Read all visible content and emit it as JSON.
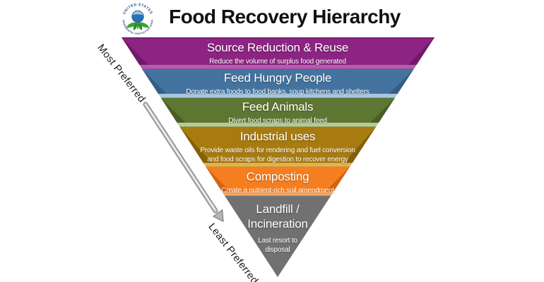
{
  "header": {
    "title": "Food Recovery Hierarchy",
    "logo": {
      "ring_top": "UNITED STATES",
      "ring_bottom": "ENVIRONMENTAL PROTECTION AGENCY"
    }
  },
  "annotations": {
    "most_preferred": "Most Preferred",
    "least_preferred": "Least Preferred"
  },
  "levels": [
    {
      "title": "Source Reduction & Reuse",
      "subtitle": "Reduce the volume of surplus food generated",
      "color": "#8d2383",
      "bevel": "#b45cae",
      "side": "#6f1a67"
    },
    {
      "title": "Feed Hungry People",
      "subtitle": "Donate extra foods to food banks, soup kitchens and shelters",
      "color": "#44739f",
      "bevel": "#a8c6e2",
      "side": "#335d85"
    },
    {
      "title": "Feed Animals",
      "subtitle": "Divert food scraps to animal feed",
      "color": "#5d7733",
      "bevel": "#b7cb90",
      "side": "#485e22"
    },
    {
      "title": "Industrial uses",
      "subtitle": "Provide waste oils for rendering and fuel conversion\nand food scraps for digestion to recover energy",
      "color": "#a87b10",
      "bevel": "#e9b04a",
      "side": "#84600a"
    },
    {
      "title": "Composting",
      "subtitle": "Create a nutrient-rich  soil amendment",
      "color": "#f57e20",
      "bevel": "#f8a55f",
      "side": "#d26312"
    },
    {
      "title": "Landfill /\nIncineration",
      "subtitle": "Last resort to\ndisposal",
      "color": "#717171",
      "bevel": null,
      "side": null
    }
  ]
}
